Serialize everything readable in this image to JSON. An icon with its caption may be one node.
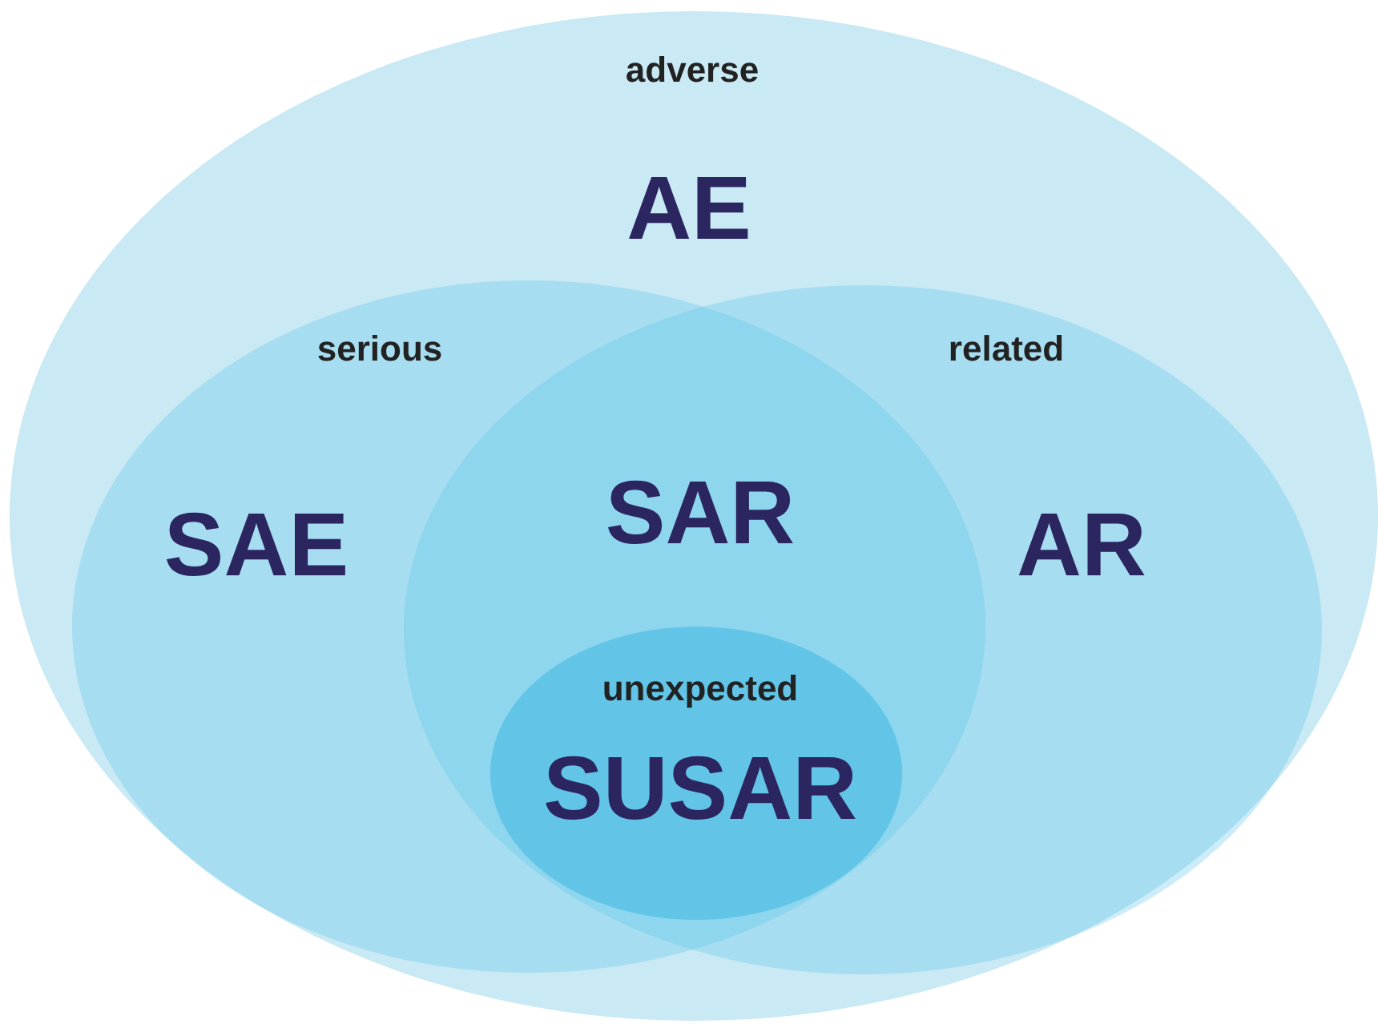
{
  "diagram": {
    "nodes": [
      {
        "text": [
          "adverse",
          "AE"
        ]
      },
      {
        "text": [
          "serious",
          "SAE"
        ],
        "in": 0
      },
      {
        "text": [
          "related",
          "AR"
        ],
        "in": 0
      },
      {
        "text": [
          "unexpected",
          "SUSAR"
        ]
      }
    ],
    "labels": [
      "SAR"
    ]
  }
}
